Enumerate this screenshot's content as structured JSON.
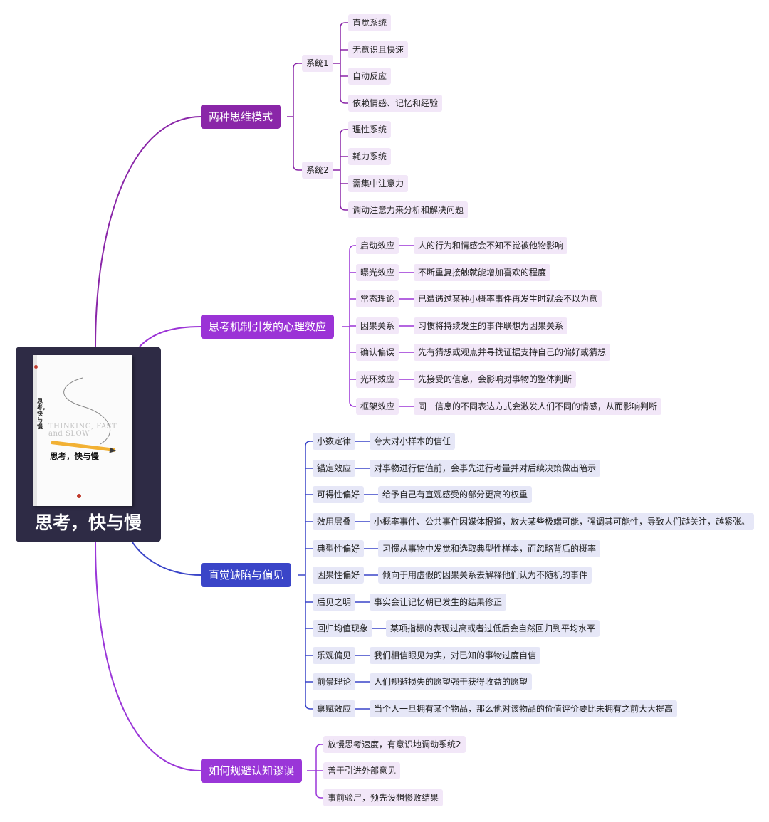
{
  "root": {
    "title": "思考，快与慢",
    "book_cover": {
      "english_title": "THINKING, FAST and SLOW",
      "chinese_title": "思考，快与慢"
    }
  },
  "branches": [
    {
      "label": "两种思维模式",
      "color": "#8a26a8",
      "groups": [
        {
          "label": "系统1",
          "items": [
            "直觉系统",
            "无意识且快速",
            "自动反应",
            "依赖情感、记忆和经验"
          ]
        },
        {
          "label": "系统2",
          "items": [
            "理性系统",
            "耗力系统",
            "需集中注意力",
            "调动注意力来分析和解决问题"
          ]
        }
      ]
    },
    {
      "label": "思考机制引发的心理效应",
      "color": "#9b33d6",
      "pairs": [
        {
          "term": "启动效应",
          "desc": "人的行为和情感会不知不觉被他物影响"
        },
        {
          "term": "曝光效应",
          "desc": "不断重复接触就能增加喜欢的程度"
        },
        {
          "term": "常态理论",
          "desc": "已遭遇过某种小概率事件再发生时就会不以为意"
        },
        {
          "term": "因果关系",
          "desc": "习惯将持续发生的事件联想为因果关系"
        },
        {
          "term": "确认偏误",
          "desc": "先有猜想或观点并寻找证据支持自己的偏好或猜想"
        },
        {
          "term": "光环效应",
          "desc": "先接受的信息，会影响对事物的整体判断"
        },
        {
          "term": "框架效应",
          "desc": "同一信息的不同表达方式会激发人们不同的情感，从而影响判断"
        }
      ]
    },
    {
      "label": "直觉缺陷与偏见",
      "color": "#3a45c8",
      "pairs": [
        {
          "term": "小数定律",
          "desc": "夸大对小样本的信任"
        },
        {
          "term": "锚定效应",
          "desc": "对事物进行估值前，会事先进行考量并对后续决策做出暗示"
        },
        {
          "term": "可得性偏好",
          "desc": "给予自己有直观感受的部分更高的权重"
        },
        {
          "term": "效用层叠",
          "desc": "小概率事件、公共事件因媒体报道，放大某些极端可能，强调其可能性，导致人们越关注，越紧张。"
        },
        {
          "term": "典型性偏好",
          "desc": "习惯从事物中发觉和选取典型性样本，而忽略背后的概率"
        },
        {
          "term": "因果性偏好",
          "desc": "倾向于用虚假的因果关系去解释他们认为不随机的事件"
        },
        {
          "term": "后见之明",
          "desc": "事实会让记忆朝已发生的结果修正"
        },
        {
          "term": "回归均值现象",
          "desc": "某项指标的表现过高或者过低后会自然回归到平均水平"
        },
        {
          "term": "乐观偏见",
          "desc": "我们相信眼见为实，对已知的事物过度自信"
        },
        {
          "term": "前景理论",
          "desc": "人们规避损失的愿望强于获得收益的愿望"
        },
        {
          "term": "禀赋效应",
          "desc": "当个人一旦拥有某个物品，那么他对该物品的价值评价要比未拥有之前大大提高"
        }
      ]
    },
    {
      "label": "如何规避认知谬误",
      "color": "#9a36d8",
      "items": [
        "放慢思考速度，有意识地调动系统2",
        "善于引进外部意见",
        "事前验尸，预先设想惨败结果"
      ]
    }
  ]
}
